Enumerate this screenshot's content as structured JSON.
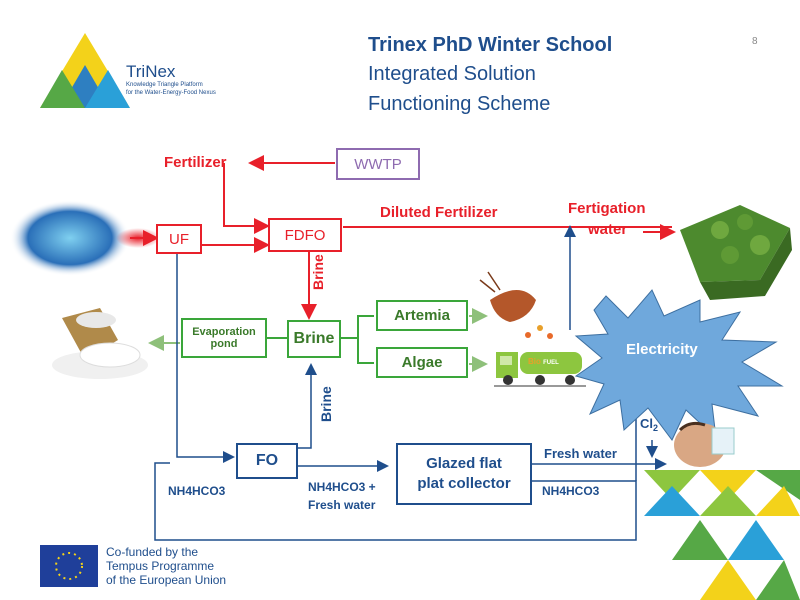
{
  "header": {
    "title": "Trinex PhD Winter School",
    "subtitle1": "Integrated Solution",
    "subtitle2": "Functioning Scheme",
    "page_number": "8"
  },
  "logo": {
    "name": "TriNex",
    "tagline1": "Knowledge Triangle Platform",
    "tagline2": "for the Water-Energy-Food Nexus"
  },
  "diagram": {
    "fertilizer": "Fertilizer",
    "wwtp": "WWTP",
    "uf": "UF",
    "fdfo": "FDFO",
    "diluted_fertilizer": "Diluted Fertilizer",
    "fertigation1": "Fertigation",
    "fertigation2": "water",
    "brine_vertical_top": "Brine",
    "evaporation1": "Evaporation",
    "evaporation2": "pond",
    "brine_box": "Brine",
    "artemia": "Artemia",
    "algae": "Algae",
    "electricity": "Electricity",
    "cl2_main": "Cl",
    "cl2_sub": "2",
    "brine_vertical_bottom": "Brine",
    "fo": "FO",
    "collector1": "Glazed flat",
    "collector2": "plat collector",
    "fresh_water": "Fresh water",
    "nh4_left": "NH4HCO3",
    "nh4_mid1": "NH4HCO3 +",
    "nh4_mid2": "Fresh water",
    "nh4_right": "NH4HCO3",
    "biofuel": "Bio",
    "biofuel2": "FUEL"
  },
  "footer": {
    "line1": "Co-funded by the",
    "line2": "Tempus Programme",
    "line3": "of the European Union"
  },
  "colors": {
    "red": "#e8202a",
    "green": "#3aa63a",
    "blue": "#1f4e8c",
    "purple": "#8e6bb0",
    "electricity": "#6fa8dc"
  }
}
